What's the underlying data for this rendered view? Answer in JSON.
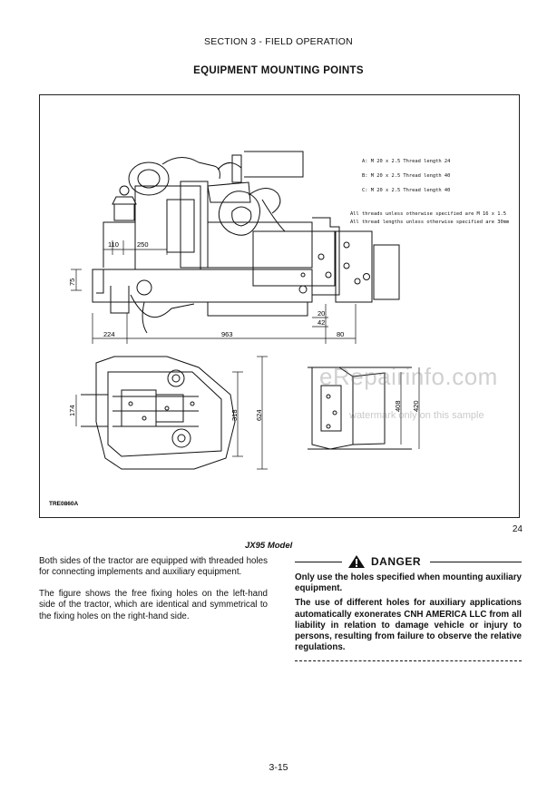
{
  "header": {
    "section": "SECTION 3 - FIELD OPERATION"
  },
  "title": "EQUIPMENT MOUNTING POINTS",
  "figure": {
    "notes": [
      "A: M 20 x 2.5 Thread length 24",
      "B: M 20 x 2.5 Thread length 40",
      "C: M 20 x 2.5 Thread length 40",
      "All threads unless otherwise specified are M 16 x 1.5",
      "All thread lengths unless otherwise specified are 30mm"
    ],
    "dimensions": {
      "d110": "110",
      "d250": "250",
      "d75": "75",
      "d224": "224",
      "d963": "963",
      "d80": "80",
      "d20": "20",
      "d42": "42",
      "d174": "174",
      "d318": "318",
      "d624": "624",
      "d408": "408",
      "d420": "420"
    },
    "code": "TRE0860A",
    "number": "24",
    "caption": "JX95 Model"
  },
  "body": {
    "para1": "Both sides of the tractor are equipped with threaded holes for connecting implements and auxiliary equipment.",
    "para2": "The figure shows the free fixing holes on the left-hand side of the tractor, which are identical and symmetrical to the fixing holes on the right-hand side."
  },
  "danger": {
    "label": "DANGER",
    "text1": "Only use the holes specified when mounting auxiliary equipment.",
    "text2": "The use of different holes for auxiliary applications automatically exonerates CNH AMERICA LLC from all liability in relation to damage vehicle or injury to persons, resulting from failure to observe the relative regulations."
  },
  "watermark": {
    "main": "eRepairinfo.com",
    "sub": "watermark only on this sample"
  },
  "footer": {
    "page": "3-15"
  }
}
